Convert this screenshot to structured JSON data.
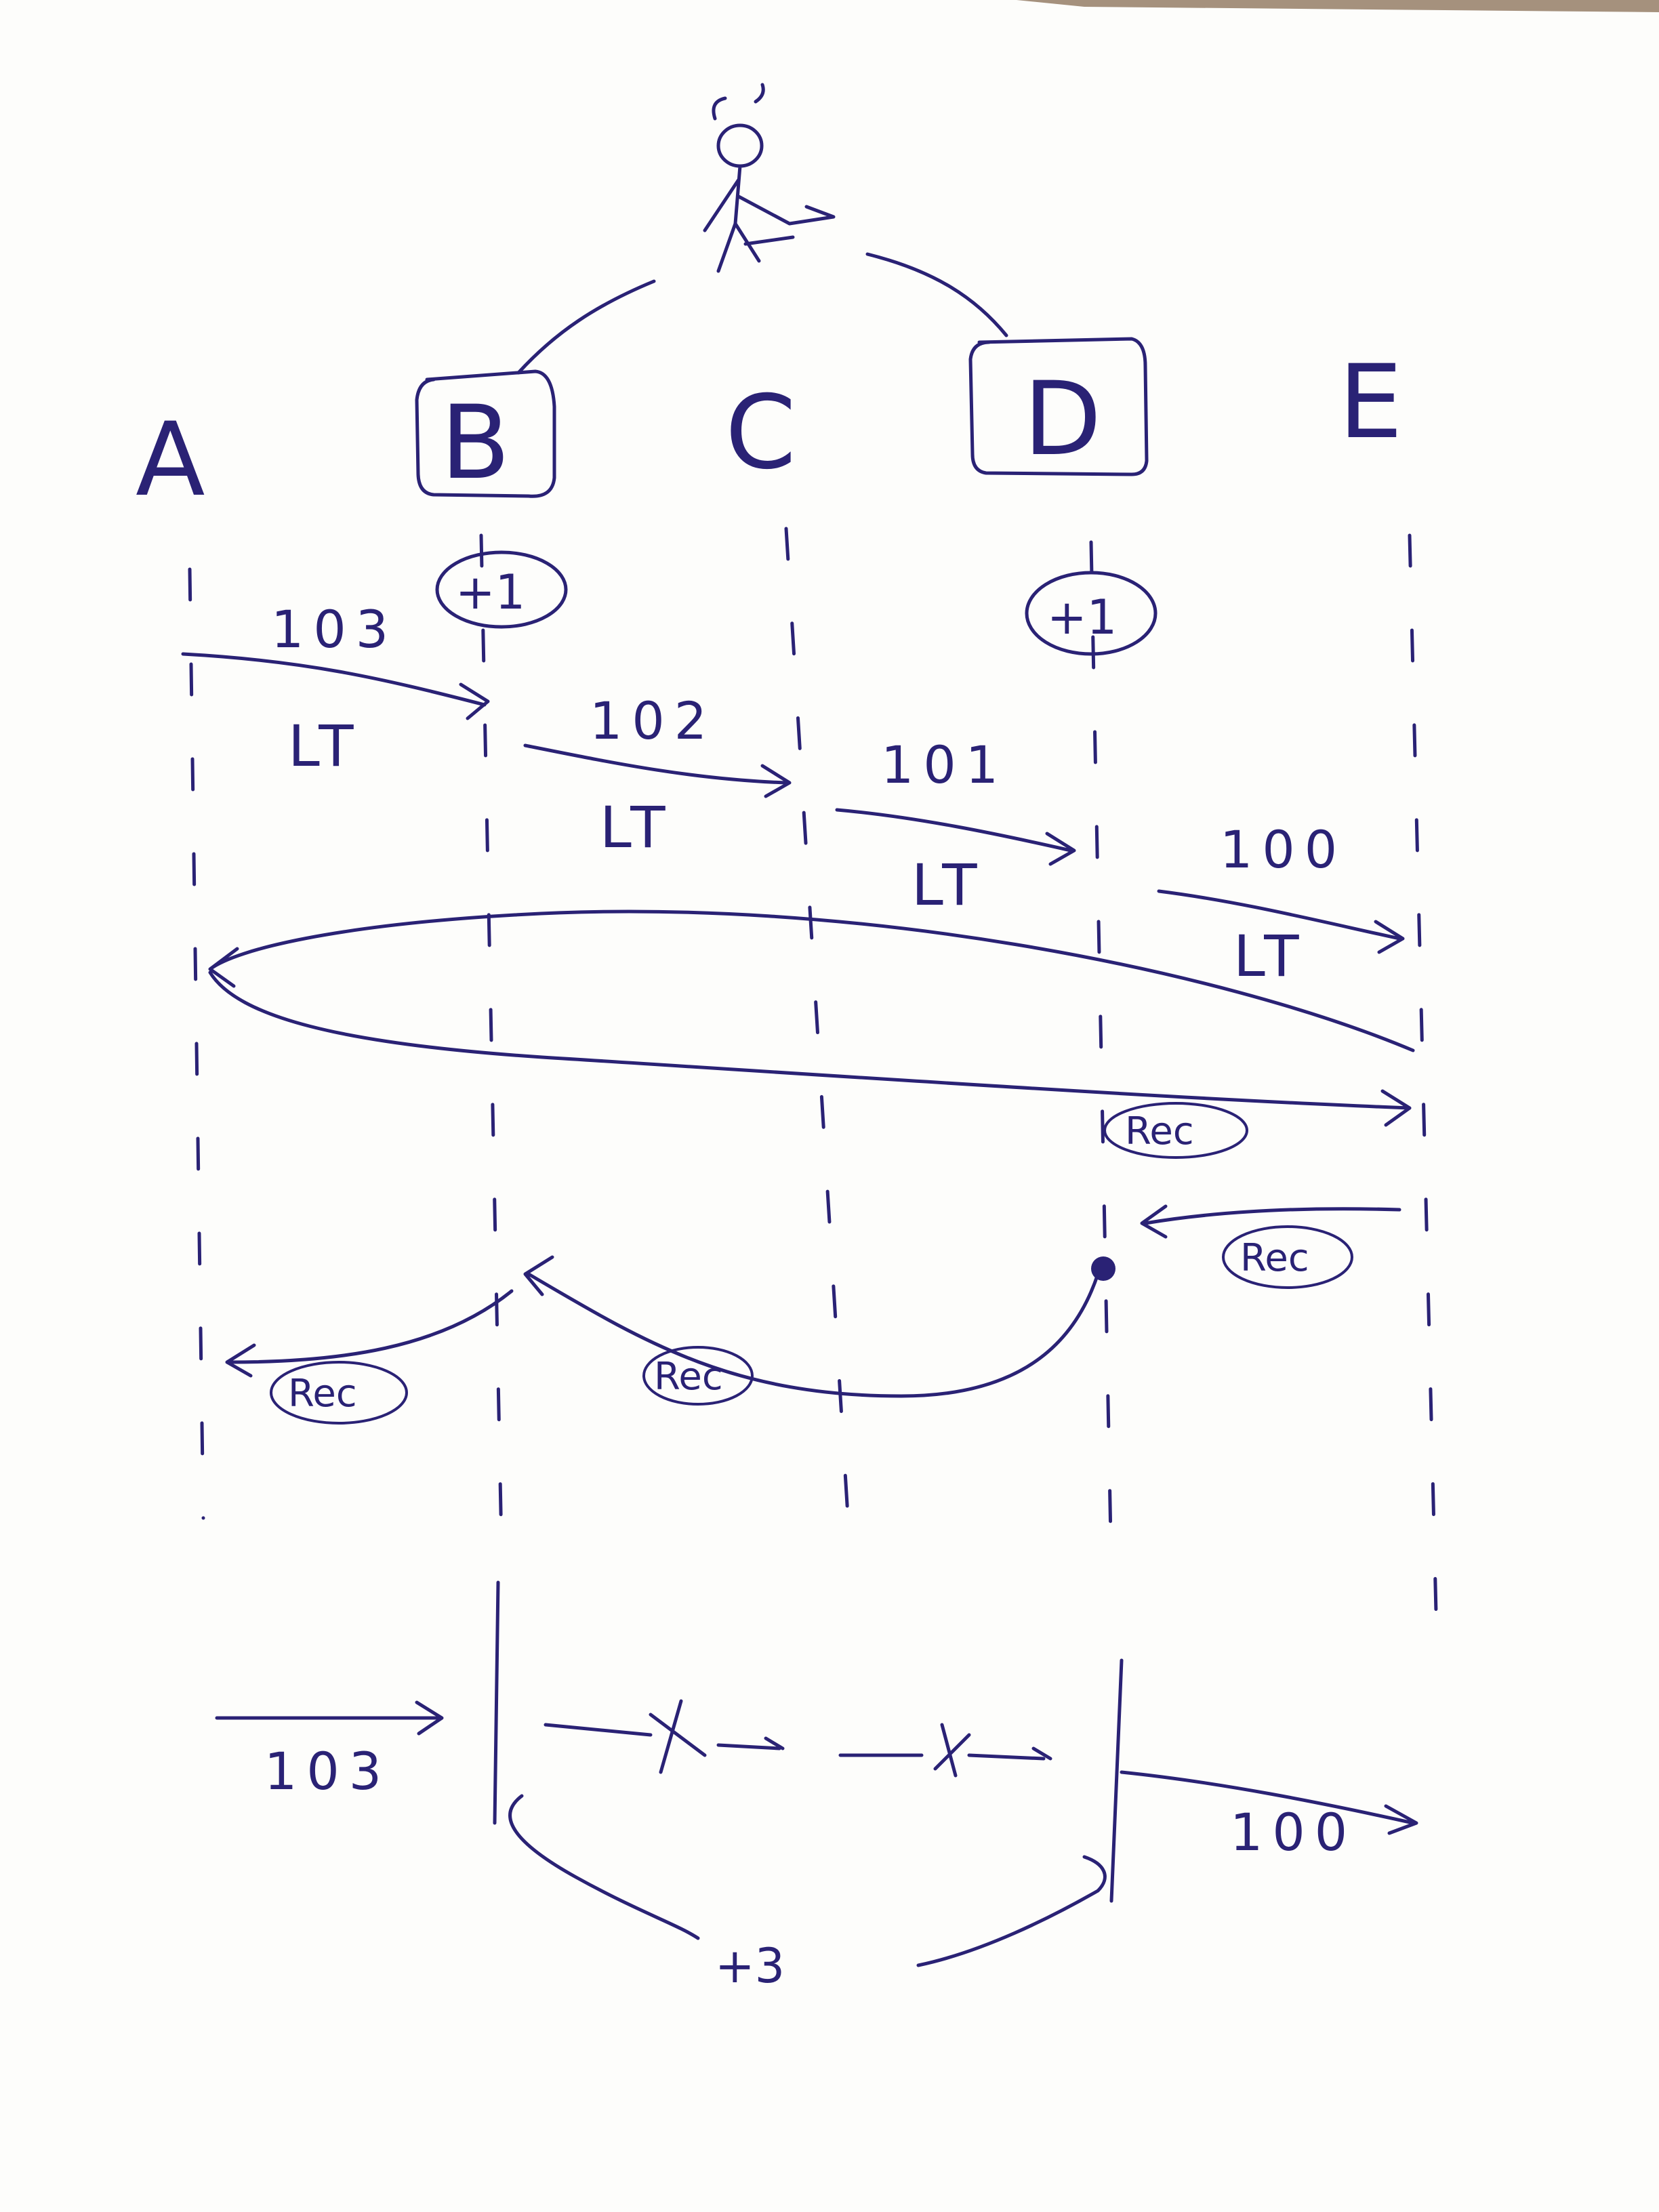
{
  "nodes": [
    {
      "id": "A",
      "label": "A",
      "boxed": false
    },
    {
      "id": "B",
      "label": "B",
      "boxed": true
    },
    {
      "id": "C",
      "label": "C",
      "boxed": false
    },
    {
      "id": "D",
      "label": "D",
      "boxed": true
    },
    {
      "id": "E",
      "label": "E",
      "boxed": false
    }
  ],
  "attacker": {
    "icon": "stick-figure-with-horns-icon"
  },
  "badges": {
    "b": "+1",
    "d": "+1"
  },
  "messages": [
    {
      "from": "A",
      "to": "B",
      "value": "103",
      "sub": "LT"
    },
    {
      "from": "B",
      "to": "C",
      "value": "102",
      "sub": "LT"
    },
    {
      "from": "C",
      "to": "D",
      "value": "101",
      "sub": "LT"
    },
    {
      "from": "D",
      "to": "E",
      "value": "100",
      "sub": "LT"
    }
  ],
  "rec_labels": [
    "Rec",
    "Rec",
    "Rec",
    "Rec"
  ],
  "bottom": {
    "in_value": "103",
    "out_value": "100",
    "shortcut": "+3"
  },
  "colors": {
    "ink": "#2a2275",
    "paper": "#fdfdfb"
  }
}
